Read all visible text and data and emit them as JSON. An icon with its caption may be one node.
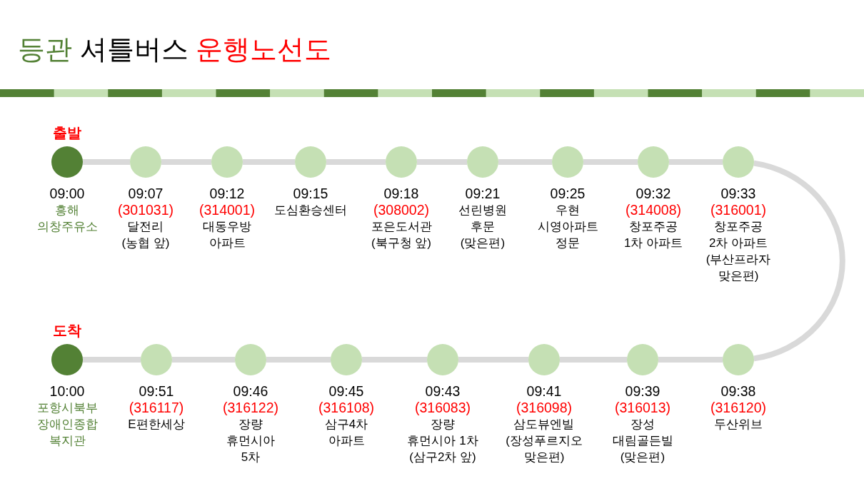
{
  "diagram": {
    "title": "등관 셔틀버스 운행노선도",
    "nodes": [
      {
        "text": [],
        "shape": "circle",
        "beside": [
          "출발",
          "09:00",
          "흥해 의창주유소"
        ]
      },
      {
        "text": [],
        "shape": "circle",
        "beside": [
          "09:07",
          "(301031)",
          "달전리 (농협 앞)"
        ]
      },
      {
        "text": [],
        "shape": "circle",
        "beside": [
          "09:12",
          "(314001)",
          "대동우방 아파트"
        ]
      },
      {
        "text": [],
        "shape": "circle",
        "beside": [
          "09:15",
          "도심환승센터"
        ]
      },
      {
        "text": [],
        "shape": "circle",
        "beside": [
          "09:18",
          "(308002)",
          "포은도서관 (북구청 앞)"
        ]
      },
      {
        "text": [],
        "shape": "circle",
        "beside": [
          "09:21",
          "선린병원 후문 (맞은편)"
        ]
      },
      {
        "text": [],
        "shape": "circle",
        "beside": [
          "09:25",
          "우현 시영아파트 정문"
        ]
      },
      {
        "text": [],
        "shape": "circle",
        "beside": [
          "09:32",
          "(314008)",
          "창포주공 1차 아파트"
        ]
      },
      {
        "text": [],
        "shape": "circle",
        "beside": [
          "09:33",
          "(316001)",
          "창포주공 2차 아파트 (부산프라자 맞은편)"
        ]
      },
      {
        "text": [],
        "shape": "circle",
        "beside": [
          "도착",
          "10:00",
          "포항시북부 장애인종합 복지관"
        ]
      },
      {
        "text": [],
        "shape": "circle",
        "beside": [
          "09:51",
          "(316117)",
          "E편한세상"
        ]
      },
      {
        "text": [],
        "shape": "circle",
        "beside": [
          "09:46",
          "(316122)",
          "장량 휴먼시아 5차"
        ]
      },
      {
        "text": [],
        "shape": "circle",
        "beside": [
          "09:45",
          "(316108)",
          "삼구4차 아파트"
        ]
      },
      {
        "text": [],
        "shape": "circle",
        "beside": [
          "09:43",
          "(316083)",
          "장량 휴먼시아 1차 (삼구2차 앞)"
        ]
      },
      {
        "text": [],
        "shape": "circle",
        "beside": [
          "09:41",
          "(316098)",
          "삼도뷰엔빌 (장성푸르지오 맞은편)"
        ]
      },
      {
        "text": [],
        "shape": "circle",
        "beside": [
          "09:39",
          "(316013)",
          "장성 대림골든빌 (맞은편)"
        ]
      },
      {
        "text": [],
        "shape": "circle",
        "beside": [
          "09:38",
          "(316120)",
          "두산위브"
        ]
      }
    ],
    "edges": [
      {
        "from": 0,
        "to": 1,
        "arrow": "none"
      },
      {
        "from": 1,
        "to": 2,
        "arrow": "none"
      },
      {
        "from": 2,
        "to": 3,
        "arrow": "none"
      },
      {
        "from": 3,
        "to": 4,
        "arrow": "none"
      },
      {
        "from": 4,
        "to": 5,
        "arrow": "none"
      },
      {
        "from": 5,
        "to": 6,
        "arrow": "none"
      },
      {
        "from": 6,
        "to": 7,
        "arrow": "none"
      },
      {
        "from": 7,
        "to": 8,
        "arrow": "none"
      },
      {
        "from": 8,
        "to": 16,
        "arrow": "none"
      },
      {
        "from": 16,
        "to": 15,
        "arrow": "none"
      },
      {
        "from": 15,
        "to": 14,
        "arrow": "none"
      },
      {
        "from": 14,
        "to": 13,
        "arrow": "none"
      },
      {
        "from": 13,
        "to": 12,
        "arrow": "none"
      },
      {
        "from": 12,
        "to": 11,
        "arrow": "none"
      },
      {
        "from": 11,
        "to": 10,
        "arrow": "none"
      },
      {
        "from": 10,
        "to": 9,
        "arrow": "none"
      }
    ]
  }
}
